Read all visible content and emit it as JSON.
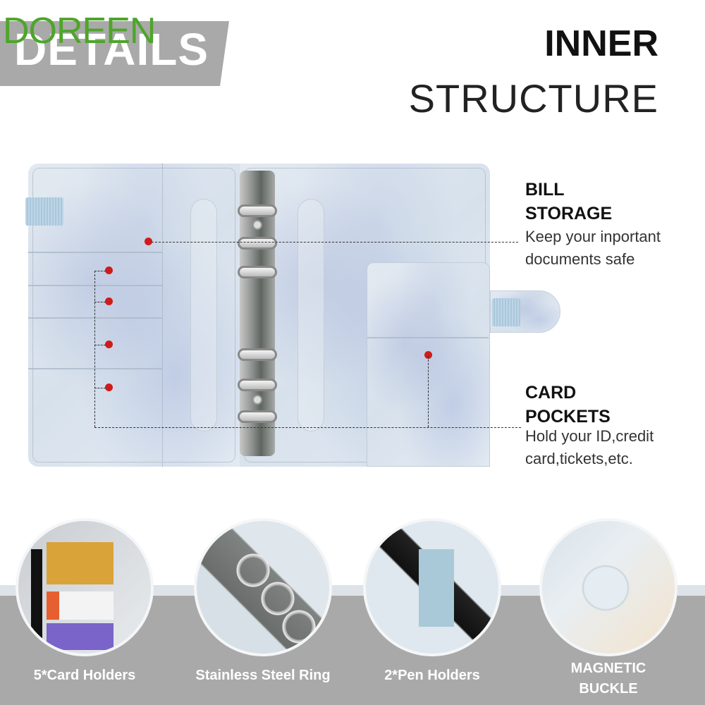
{
  "header": {
    "watermark": "DOREEN",
    "banner_label": "DETAILS",
    "title_line1": "INNER",
    "title_line2": "STRUCTURE"
  },
  "callouts": [
    {
      "title_line1": "BILL",
      "title_line2": "STORAGE",
      "desc_line1": "Keep your inportant",
      "desc_line2": "documents safe"
    },
    {
      "title_line1": "CARD",
      "title_line2": "POCKETS",
      "desc_line1": "Hold your ID,credit",
      "desc_line2": "card,tickets,etc."
    }
  ],
  "features": [
    {
      "label_line1": "5*Card Holders",
      "label_line2": ""
    },
    {
      "label_line1": "Stainless Steel Ring",
      "label_line2": ""
    },
    {
      "label_line1": "2*Pen Holders",
      "label_line2": ""
    },
    {
      "label_line1": "MAGNETIC",
      "label_line2": "BUCKLE"
    }
  ],
  "colors": {
    "watermark": "#4ea52a",
    "banner": "#a9a9a9",
    "marker": "#d01b1b",
    "bottom_band": "#a9a9a9"
  }
}
